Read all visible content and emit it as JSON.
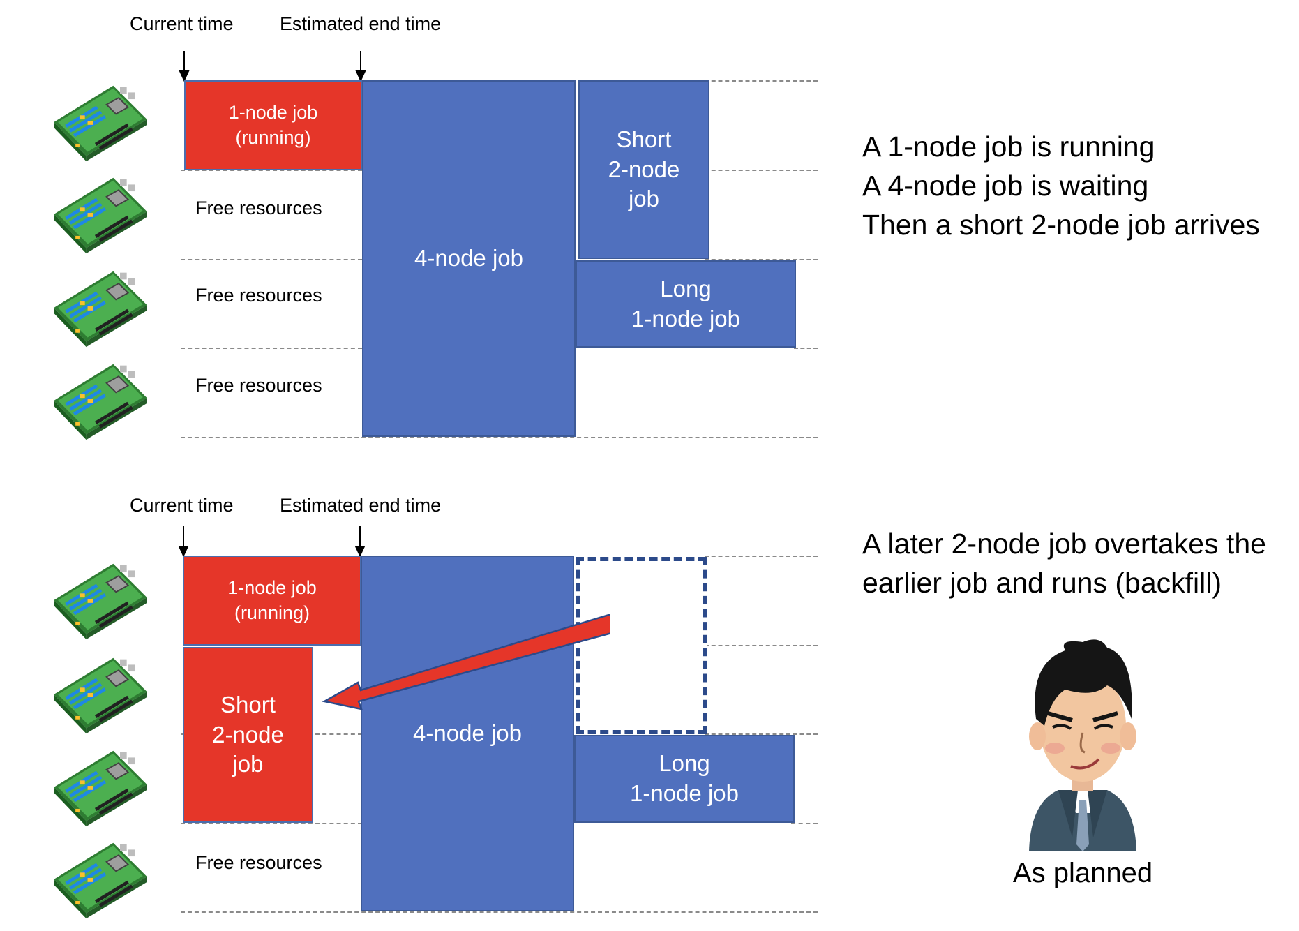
{
  "top": {
    "current_time": "Current time",
    "estimated_end_time": "Estimated end time",
    "running_job": "1-node job\n(running)",
    "free1": "Free resources",
    "free2": "Free resources",
    "free3": "Free resources",
    "four_node_job": "4-node job",
    "short_job": "Short\n2-node\njob",
    "long_job": "Long\n1-node job",
    "description": "A 1-node job is running\nA 4-node job is waiting\nThen a short 2-node job arrives"
  },
  "bottom": {
    "current_time": "Current time",
    "estimated_end_time": "Estimated end time",
    "running_job": "1-node job\n(running)",
    "short_job": "Short\n2-node\njob",
    "free1": "Free resources",
    "four_node_job": "4-node job",
    "long_job": "Long\n1-node job",
    "description": "A later 2-node job overtakes the\nearlier job and runs (backfill)",
    "caption": "As planned"
  },
  "colors": {
    "running_job": "#e53629",
    "queued_job": "#5070be",
    "backfill_arrow": "#e53629"
  },
  "icons": {
    "node": "server-board-icon",
    "person": "smirking-businessman-icon"
  }
}
